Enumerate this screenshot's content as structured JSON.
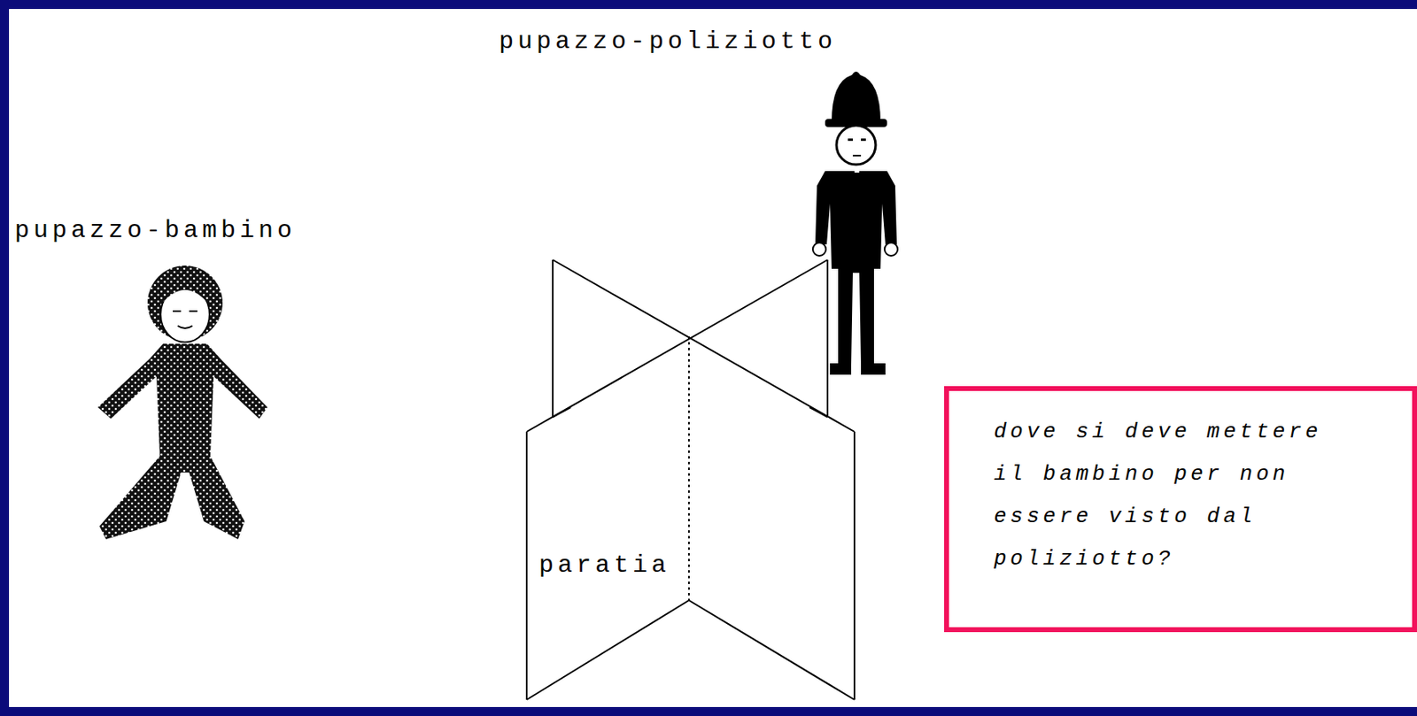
{
  "diagram": {
    "nodes": [
      {
        "text": [
          "dove si deve mettere il bambino per non essere visto dal poliziotto?"
        ]
      }
    ],
    "labels": [
      "pupazzo-poliziotto",
      "pupazzo-bambino",
      "paratia"
    ]
  }
}
